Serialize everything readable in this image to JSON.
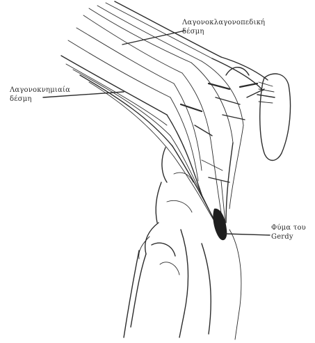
{
  "labels": {
    "top": {
      "line1": "Λαγονοκλαγονοπεδική",
      "line2": "δέσμη"
    },
    "left": {
      "line1": "Λαγονοκνημιαία",
      "line2": "δέσμη"
    },
    "right": {
      "line1": "Φύμα του",
      "line2": "Gerdy"
    }
  },
  "colors": {
    "ink": "#2b2b2b",
    "paper": "#ffffff"
  }
}
